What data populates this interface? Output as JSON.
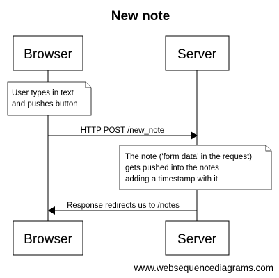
{
  "title": "New note",
  "actors": {
    "browser": "Browser",
    "server": "Server"
  },
  "notes": {
    "browser_note": [
      "User types in text",
      "and pushes button"
    ],
    "server_note": [
      "The note ('form data' in the request)",
      "gets pushed into the notes",
      "adding a timestamp with it"
    ]
  },
  "messages": {
    "request": "HTTP POST /new_note",
    "response": "Response redirects us to /notes"
  },
  "footer": "www.websequencediagrams.com"
}
